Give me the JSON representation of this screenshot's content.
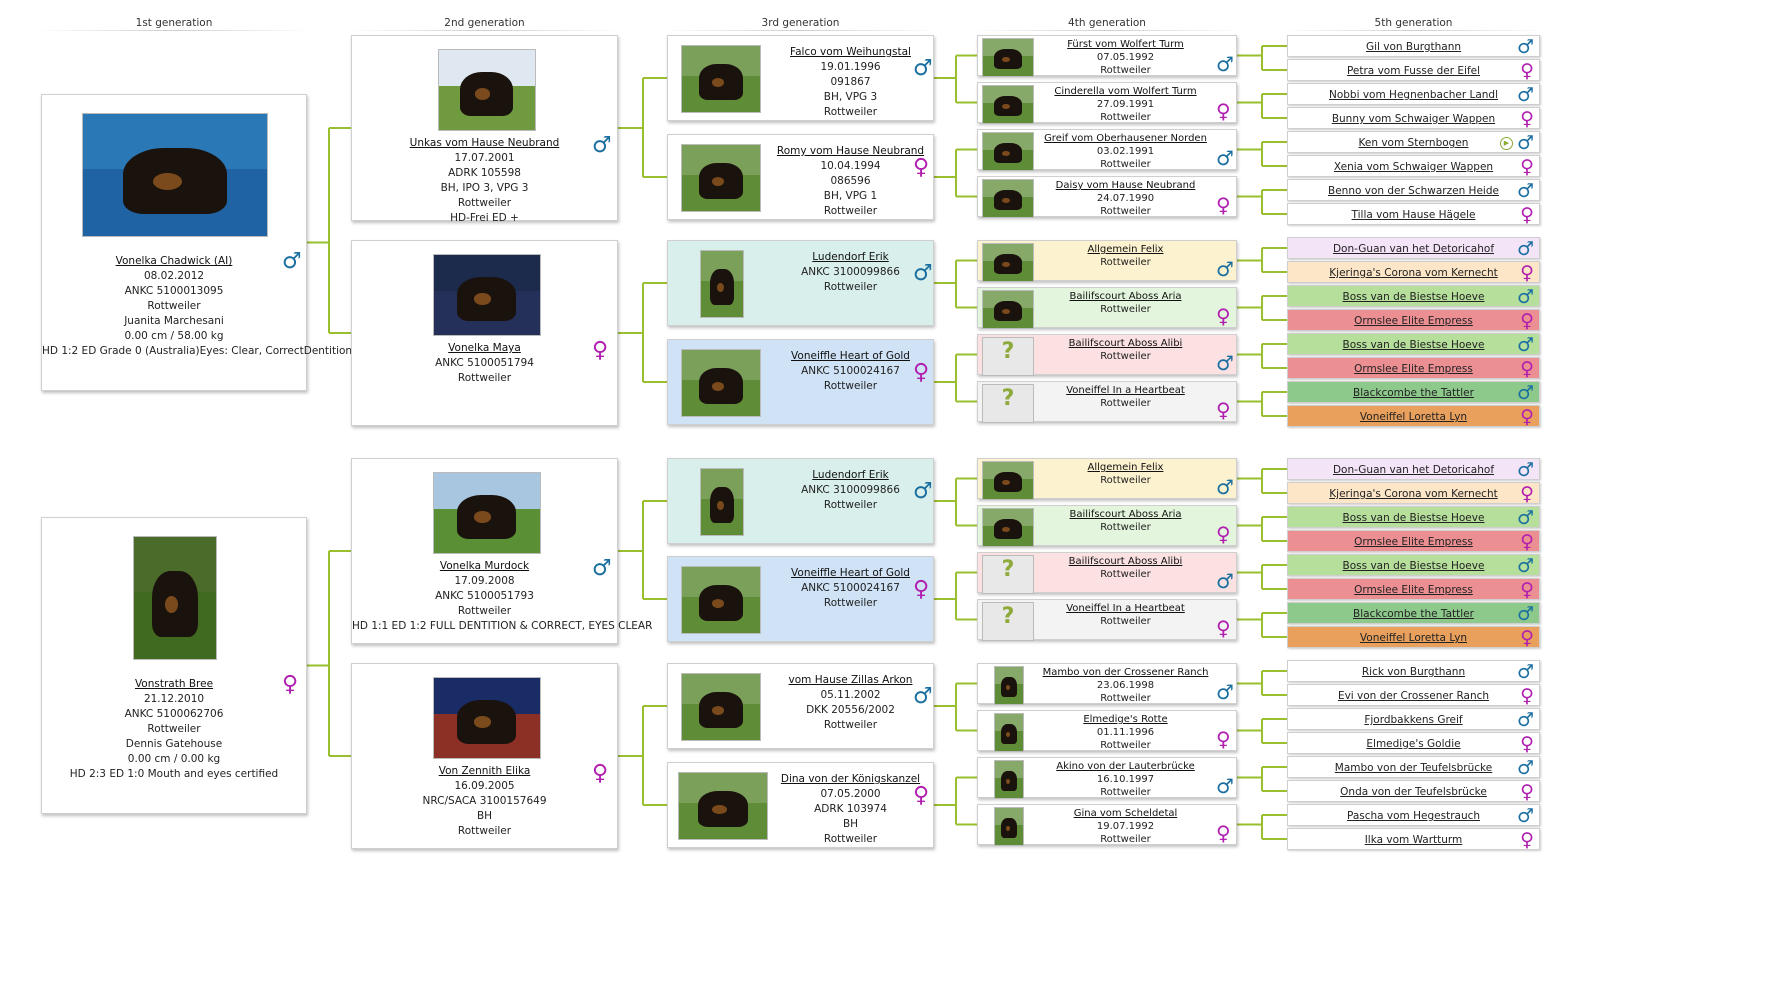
{
  "headers": [
    "1st generation",
    "2nd generation",
    "3rd generation",
    "4th generation",
    "5th generation"
  ],
  "gen1": [
    {
      "name": "Vonelka Chadwick (AI)",
      "sex": "male",
      "lines": [
        "08.02.2012",
        "ANKC 5100013095",
        "Rottweiler",
        "Juanita Marchesani",
        "0.00 cm / 58.00 kg",
        "HD 1:2 ED Grade 0 (Australia)Eyes: Clear, CorrectDentition:..."
      ]
    },
    {
      "name": "Vonstrath Bree",
      "sex": "female",
      "lines": [
        "21.12.2010",
        "ANKC 5100062706",
        "Rottweiler",
        "Dennis Gatehouse",
        "0.00 cm / 0.00 kg",
        "HD 2:3 ED 1:0 Mouth and eyes certified"
      ]
    }
  ],
  "gen2": [
    {
      "name": "Unkas vom Hause Neubrand",
      "sex": "male",
      "lines": [
        "17.07.2001",
        "ADRK 105598",
        "BH, IPO 3, VPG 3",
        "Rottweiler",
        "HD-Frei ED +"
      ]
    },
    {
      "name": "Vonelka Maya",
      "sex": "female",
      "lines": [
        "ANKC 5100051794",
        "Rottweiler"
      ]
    },
    {
      "name": "Vonelka Murdock",
      "sex": "male",
      "lines": [
        "17.09.2008",
        "ANKC 5100051793",
        "Rottweiler",
        "HD 1:1 ED 1:2 FULL DENTITION & CORRECT, EYES CLEAR"
      ]
    },
    {
      "name": "Von Zennith Elika",
      "sex": "female",
      "lines": [
        "16.09.2005",
        "NRC/SACA 3100157649",
        "BH",
        "Rottweiler"
      ]
    }
  ],
  "gen3": [
    {
      "name": "Falco vom Weihungstal",
      "sex": "male",
      "bg": "#ffffff",
      "lines": [
        "19.01.1996",
        "091867",
        "BH, VPG 3",
        "Rottweiler"
      ]
    },
    {
      "name": "Romy vom Hause Neubrand",
      "sex": "female",
      "bg": "#ffffff",
      "lines": [
        "10.04.1994",
        "086596",
        "BH, VPG 1",
        "Rottweiler"
      ]
    },
    {
      "name": "Ludendorf Erik",
      "sex": "male",
      "bg": "#d9efec",
      "lines": [
        "ANKC 3100099866",
        "Rottweiler"
      ]
    },
    {
      "name": "Voneiffle Heart of Gold",
      "sex": "female",
      "bg": "#cfe2f6",
      "lines": [
        "ANKC 5100024167",
        "Rottweiler"
      ]
    },
    {
      "name": "Ludendorf Erik",
      "sex": "male",
      "bg": "#d9efec",
      "lines": [
        "ANKC 3100099866",
        "Rottweiler"
      ]
    },
    {
      "name": "Voneiffle Heart of Gold",
      "sex": "female",
      "bg": "#cfe2f6",
      "lines": [
        "ANKC 5100024167",
        "Rottweiler"
      ]
    },
    {
      "name": "vom Hause Zillas Arkon",
      "sex": "male",
      "bg": "#ffffff",
      "lines": [
        "05.11.2002",
        "DKK 20556/2002",
        "Rottweiler"
      ]
    },
    {
      "name": "Dina von der Königskanzel",
      "sex": "female",
      "bg": "#ffffff",
      "lines": [
        "07.05.2000",
        "ADRK 103974",
        "BH",
        "Rottweiler"
      ]
    }
  ],
  "gen4": [
    {
      "name": "Fürst vom Wolfert Turm",
      "sex": "male",
      "bg": "#ffffff",
      "lines": [
        "07.05.1992",
        "Rottweiler"
      ],
      "photo": true
    },
    {
      "name": "Cinderella vom Wolfert Turm",
      "sex": "female",
      "bg": "#ffffff",
      "lines": [
        "27.09.1991",
        "Rottweiler"
      ],
      "photo": true
    },
    {
      "name": "Greif vom Oberhausener Norden",
      "sex": "male",
      "bg": "#ffffff",
      "lines": [
        "03.02.1991",
        "Rottweiler"
      ],
      "photo": true
    },
    {
      "name": "Daisy vom Hause Neubrand",
      "sex": "female",
      "bg": "#ffffff",
      "lines": [
        "24.07.1990",
        "Rottweiler"
      ],
      "photo": true
    },
    {
      "name": "Allgemein Felix",
      "sex": "male",
      "bg": "#fdf2cf",
      "lines": [
        "Rottweiler"
      ],
      "photo": true
    },
    {
      "name": "Bailifscourt Aboss Aria",
      "sex": "female",
      "bg": "#e3f6dd",
      "lines": [
        "Rottweiler"
      ],
      "photo": true
    },
    {
      "name": "Bailifscourt Aboss Alibi",
      "sex": "male",
      "bg": "#fbe1e1",
      "lines": [
        "Rottweiler"
      ],
      "photo": false
    },
    {
      "name": "Voneiffel In a Heartbeat",
      "sex": "female",
      "bg": "#f3f3f3",
      "lines": [
        "Rottweiler"
      ],
      "photo": false
    },
    {
      "name": "Allgemein Felix",
      "sex": "male",
      "bg": "#fdf2cf",
      "lines": [
        "Rottweiler"
      ],
      "photo": true
    },
    {
      "name": "Bailifscourt Aboss Aria",
      "sex": "female",
      "bg": "#e3f6dd",
      "lines": [
        "Rottweiler"
      ],
      "photo": true
    },
    {
      "name": "Bailifscourt Aboss Alibi",
      "sex": "male",
      "bg": "#fbe1e1",
      "lines": [
        "Rottweiler"
      ],
      "photo": false
    },
    {
      "name": "Voneiffel In a Heartbeat",
      "sex": "female",
      "bg": "#f3f3f3",
      "lines": [
        "Rottweiler"
      ],
      "photo": false
    },
    {
      "name": "Mambo von der Crossener Ranch",
      "sex": "male",
      "bg": "#ffffff",
      "lines": [
        "23.06.1998",
        "Rottweiler"
      ],
      "photo": true
    },
    {
      "name": "Elmedige's Rotte",
      "sex": "female",
      "bg": "#ffffff",
      "lines": [
        "01.11.1996",
        "Rottweiler"
      ],
      "photo": true
    },
    {
      "name": "Akino von der Lauterbrücke",
      "sex": "male",
      "bg": "#ffffff",
      "lines": [
        "16.10.1997",
        "Rottweiler"
      ],
      "photo": true
    },
    {
      "name": "Gina vom Scheldetal",
      "sex": "female",
      "bg": "#ffffff",
      "lines": [
        "19.07.1992",
        "Rottweiler"
      ],
      "photo": true
    }
  ],
  "gen5": [
    {
      "name": "Gil von Burgthann",
      "sex": "male",
      "bg": "#ffffff"
    },
    {
      "name": "Petra vom Fusse der Eifel",
      "sex": "female",
      "bg": "#ffffff"
    },
    {
      "name": "Nobbi vom Hegnenbacher Landl",
      "sex": "male",
      "bg": "#ffffff"
    },
    {
      "name": "Bunny vom Schwaiger Wappen",
      "sex": "female",
      "bg": "#ffffff"
    },
    {
      "name": "Ken vom Sternbogen",
      "sex": "male",
      "bg": "#ffffff",
      "play": true
    },
    {
      "name": "Xenia vom Schwaiger Wappen",
      "sex": "female",
      "bg": "#ffffff"
    },
    {
      "name": "Benno von der Schwarzen Heide",
      "sex": "male",
      "bg": "#ffffff"
    },
    {
      "name": "Tilla vom Hause Hägele",
      "sex": "female",
      "bg": "#ffffff"
    },
    {
      "name": "Don-Guan van het Detoricahof",
      "sex": "male",
      "bg": "#f4e4f8"
    },
    {
      "name": "Kjeringa's Corona vom Kernecht",
      "sex": "female",
      "bg": "#fde6c8"
    },
    {
      "name": "Boss van de Biestse Hoeve",
      "sex": "male",
      "bg": "#b6df9c"
    },
    {
      "name": "Ormslee Elite Empress",
      "sex": "female",
      "bg": "#ec8f93"
    },
    {
      "name": "Boss van de Biestse Hoeve",
      "sex": "male",
      "bg": "#b6df9c"
    },
    {
      "name": "Ormslee Elite Empress",
      "sex": "female",
      "bg": "#ec8f93"
    },
    {
      "name": "Blackcombe the Tattler",
      "sex": "male",
      "bg": "#8ec98c"
    },
    {
      "name": "Voneiffel Loretta Lyn",
      "sex": "female",
      "bg": "#e8a05c"
    },
    {
      "name": "Don-Guan van het Detoricahof",
      "sex": "male",
      "bg": "#f4e4f8"
    },
    {
      "name": "Kjeringa's Corona vom Kernecht",
      "sex": "female",
      "bg": "#fde6c8"
    },
    {
      "name": "Boss van de Biestse Hoeve",
      "sex": "male",
      "bg": "#b6df9c"
    },
    {
      "name": "Ormslee Elite Empress",
      "sex": "female",
      "bg": "#ec8f93"
    },
    {
      "name": "Boss van de Biestse Hoeve",
      "sex": "male",
      "bg": "#b6df9c"
    },
    {
      "name": "Ormslee Elite Empress",
      "sex": "female",
      "bg": "#ec8f93"
    },
    {
      "name": "Blackcombe the Tattler",
      "sex": "male",
      "bg": "#8ec98c"
    },
    {
      "name": "Voneiffel Loretta Lyn",
      "sex": "female",
      "bg": "#e8a05c"
    },
    {
      "name": "Rick von Burgthann",
      "sex": "male",
      "bg": "#ffffff"
    },
    {
      "name": "Evi von der Crossener Ranch",
      "sex": "female",
      "bg": "#ffffff"
    },
    {
      "name": "Fjordbakkens Greif",
      "sex": "male",
      "bg": "#ffffff"
    },
    {
      "name": "Elmedige's Goldie",
      "sex": "female",
      "bg": "#ffffff"
    },
    {
      "name": "Mambo von der Teufelsbrücke",
      "sex": "male",
      "bg": "#ffffff"
    },
    {
      "name": "Onda von der Teufelsbrücke",
      "sex": "female",
      "bg": "#ffffff"
    },
    {
      "name": "Pascha vom Hegestrauch",
      "sex": "male",
      "bg": "#ffffff"
    },
    {
      "name": "Ilka vom Wartturm",
      "sex": "female",
      "bg": "#ffffff"
    }
  ],
  "colors": {
    "connector": "#9abf2e",
    "male": "#1a6fa0",
    "female": "#b01fb0"
  },
  "icons": {
    "male": "male-symbol-icon",
    "female": "female-symbol-icon",
    "unknown_photo": "question-mark-icon",
    "video": "play-icon"
  }
}
